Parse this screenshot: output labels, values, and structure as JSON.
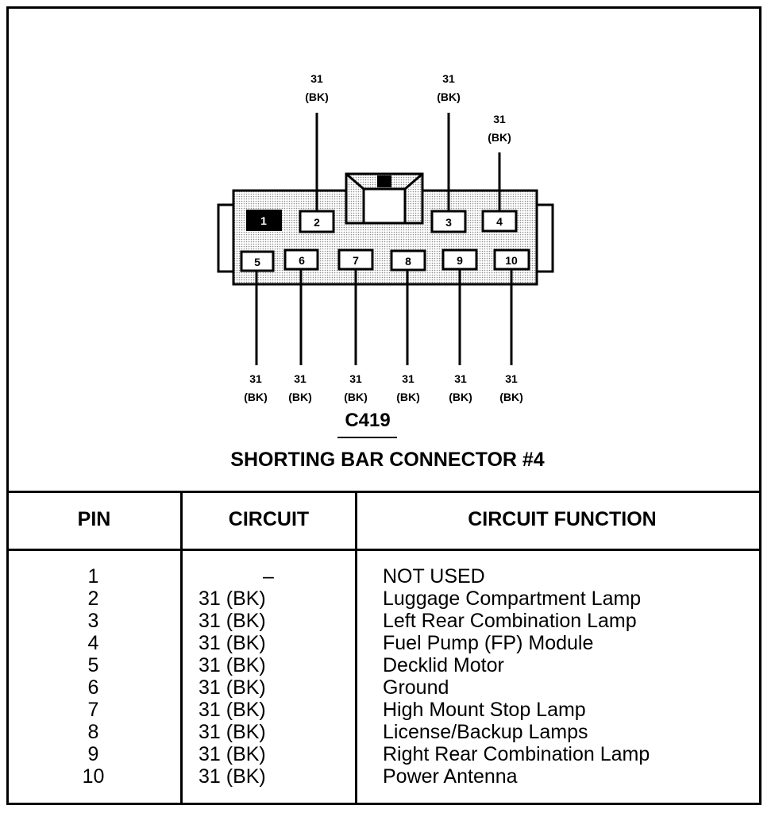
{
  "connector": {
    "id": "C419",
    "title": "SHORTING BAR CONNECTOR #4",
    "pins_top": [
      {
        "pin": "1",
        "wire": null
      },
      {
        "pin": "2",
        "wire": {
          "circuit": "31",
          "color": "(BK)"
        }
      },
      {
        "pin": "3",
        "wire": {
          "circuit": "31",
          "color": "(BK)"
        }
      },
      {
        "pin": "4",
        "wire": {
          "circuit": "31",
          "color": "(BK)"
        }
      }
    ],
    "pins_bottom": [
      {
        "pin": "5",
        "wire": {
          "circuit": "31",
          "color": "(BK)"
        }
      },
      {
        "pin": "6",
        "wire": {
          "circuit": "31",
          "color": "(BK)"
        }
      },
      {
        "pin": "7",
        "wire": {
          "circuit": "31",
          "color": "(BK)"
        }
      },
      {
        "pin": "8",
        "wire": {
          "circuit": "31",
          "color": "(BK)"
        }
      },
      {
        "pin": "9",
        "wire": {
          "circuit": "31",
          "color": "(BK)"
        }
      },
      {
        "pin": "10",
        "wire": {
          "circuit": "31",
          "color": "(BK)"
        }
      }
    ]
  },
  "table": {
    "headers": {
      "pin": "PIN",
      "circuit": "CIRCUIT",
      "function": "CIRCUIT FUNCTION"
    },
    "rows": [
      {
        "pin": "1",
        "circuit": "–",
        "function": "NOT USED"
      },
      {
        "pin": "2",
        "circuit": "31 (BK)",
        "function": "Luggage Compartment Lamp"
      },
      {
        "pin": "3",
        "circuit": "31 (BK)",
        "function": "Left Rear Combination Lamp"
      },
      {
        "pin": "4",
        "circuit": "31 (BK)",
        "function": "Fuel Pump (FP) Module"
      },
      {
        "pin": "5",
        "circuit": "31 (BK)",
        "function": "Decklid Motor"
      },
      {
        "pin": "6",
        "circuit": "31 (BK)",
        "function": "Ground"
      },
      {
        "pin": "7",
        "circuit": "31 (BK)",
        "function": "High Mount Stop Lamp"
      },
      {
        "pin": "8",
        "circuit": "31 (BK)",
        "function": "License/Backup Lamps"
      },
      {
        "pin": "9",
        "circuit": "31 (BK)",
        "function": "Right Rear Combination Lamp"
      },
      {
        "pin": "10",
        "circuit": "31 (BK)",
        "function": "Power Antenna"
      }
    ]
  }
}
